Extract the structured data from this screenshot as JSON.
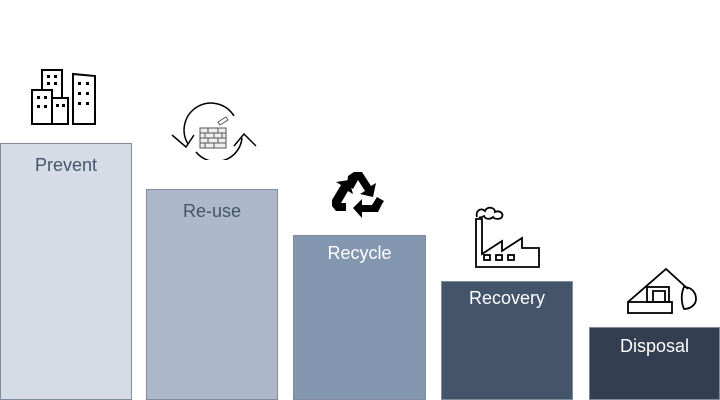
{
  "steps": [
    {
      "label": "Prevent",
      "icon": "buildings-icon",
      "color": "#d6dce5",
      "text_color": "#44546a"
    },
    {
      "label": "Re-use",
      "icon": "reuse-bricks-icon",
      "color": "#adb9ca",
      "text_color": "#44546a"
    },
    {
      "label": "Recycle",
      "icon": "recycle-icon",
      "color": "#8497b0",
      "text_color": "#ffffff"
    },
    {
      "label": "Recovery",
      "icon": "factory-icon",
      "color": "#44546a",
      "text_color": "#ffffff"
    },
    {
      "label": "Disposal",
      "icon": "landfill-icon",
      "color": "#333f50",
      "text_color": "#ffffff"
    }
  ]
}
